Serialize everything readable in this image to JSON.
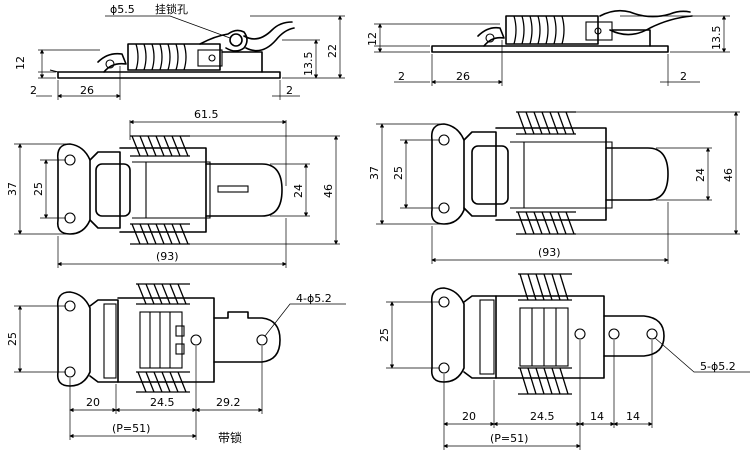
{
  "labels": {
    "hole_dia": "ϕ5.5",
    "lock_hole": "挂锁孔",
    "lock_version": "带锁"
  },
  "side_view_left": {
    "h12": "12",
    "h13_5": "13.5",
    "h22": "22",
    "d2a": "2",
    "d26": "26",
    "d2b": "2"
  },
  "side_view_right": {
    "h12": "12",
    "h13_5": "13.5",
    "d2a": "2",
    "d26": "26",
    "d2b": "2"
  },
  "top_view_left": {
    "w61_5": "61.5",
    "h37": "37",
    "h25": "25",
    "h24": "24",
    "h46": "46",
    "w93": "(93)"
  },
  "top_view_right": {
    "h37": "37",
    "h25": "25",
    "h24": "24",
    "h46": "46",
    "w93": "(93)"
  },
  "bottom_view_left": {
    "holes": "4-ϕ5.2",
    "h25": "25",
    "d20": "20",
    "d24_5": "24.5",
    "d29_2": "29.2",
    "pitch": "(P=51)"
  },
  "bottom_view_right": {
    "holes": "5-ϕ5.2",
    "h25": "25",
    "d20": "20",
    "d24_5": "24.5",
    "d14a": "14",
    "d14b": "14",
    "pitch": "(P=51)"
  }
}
